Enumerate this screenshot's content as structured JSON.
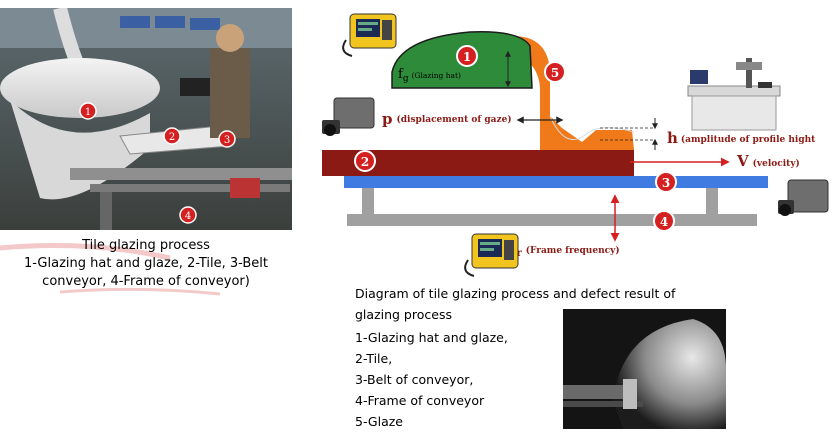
{
  "left_panel": {
    "caption_title": "Tile glazing process",
    "caption_lines": [
      "1-Glazing hat and glaze, 2-Tile, 3-Belt",
      "conveyor, 4-Frame of conveyor)"
    ],
    "photo_markers": [
      "1",
      "2",
      "3",
      "4"
    ]
  },
  "diagram": {
    "markers": [
      "1",
      "2",
      "3",
      "4",
      "5"
    ],
    "labels": {
      "fg_symbol": "f",
      "fg_subscript": "g",
      "fg_text": "(Glazing hat)",
      "p_symbol": "p",
      "p_text": "(displacement of gaze)",
      "h_symbol": "h",
      "h_text": "(amplitude of profile hight",
      "v_symbol": "V",
      "v_text": "(velocity)",
      "fr_symbol": "f",
      "fr_subscript": "r",
      "fr_text": "(Frame frequency)"
    },
    "colors": {
      "glazing_hat": "#2e8b3a",
      "glaze": "#f07a1a",
      "tile": "#8b1a14",
      "belt": "#3f7be0",
      "frame": "#a0a0a0",
      "marker": "#d42020",
      "arrow": "#d42020"
    },
    "icons": [
      "vibration-analyzer-icon",
      "laser-camera-icon",
      "profilometer-icon"
    ]
  },
  "legend": {
    "heading_lines": [
      "Diagram of tile glazing process and defect result of",
      "glazing process"
    ],
    "items": [
      "1-Glazing hat and glaze,",
      "2-Tile,",
      "3-Belt of conveyor,",
      "4-Frame of conveyor",
      "5-Glaze"
    ]
  }
}
